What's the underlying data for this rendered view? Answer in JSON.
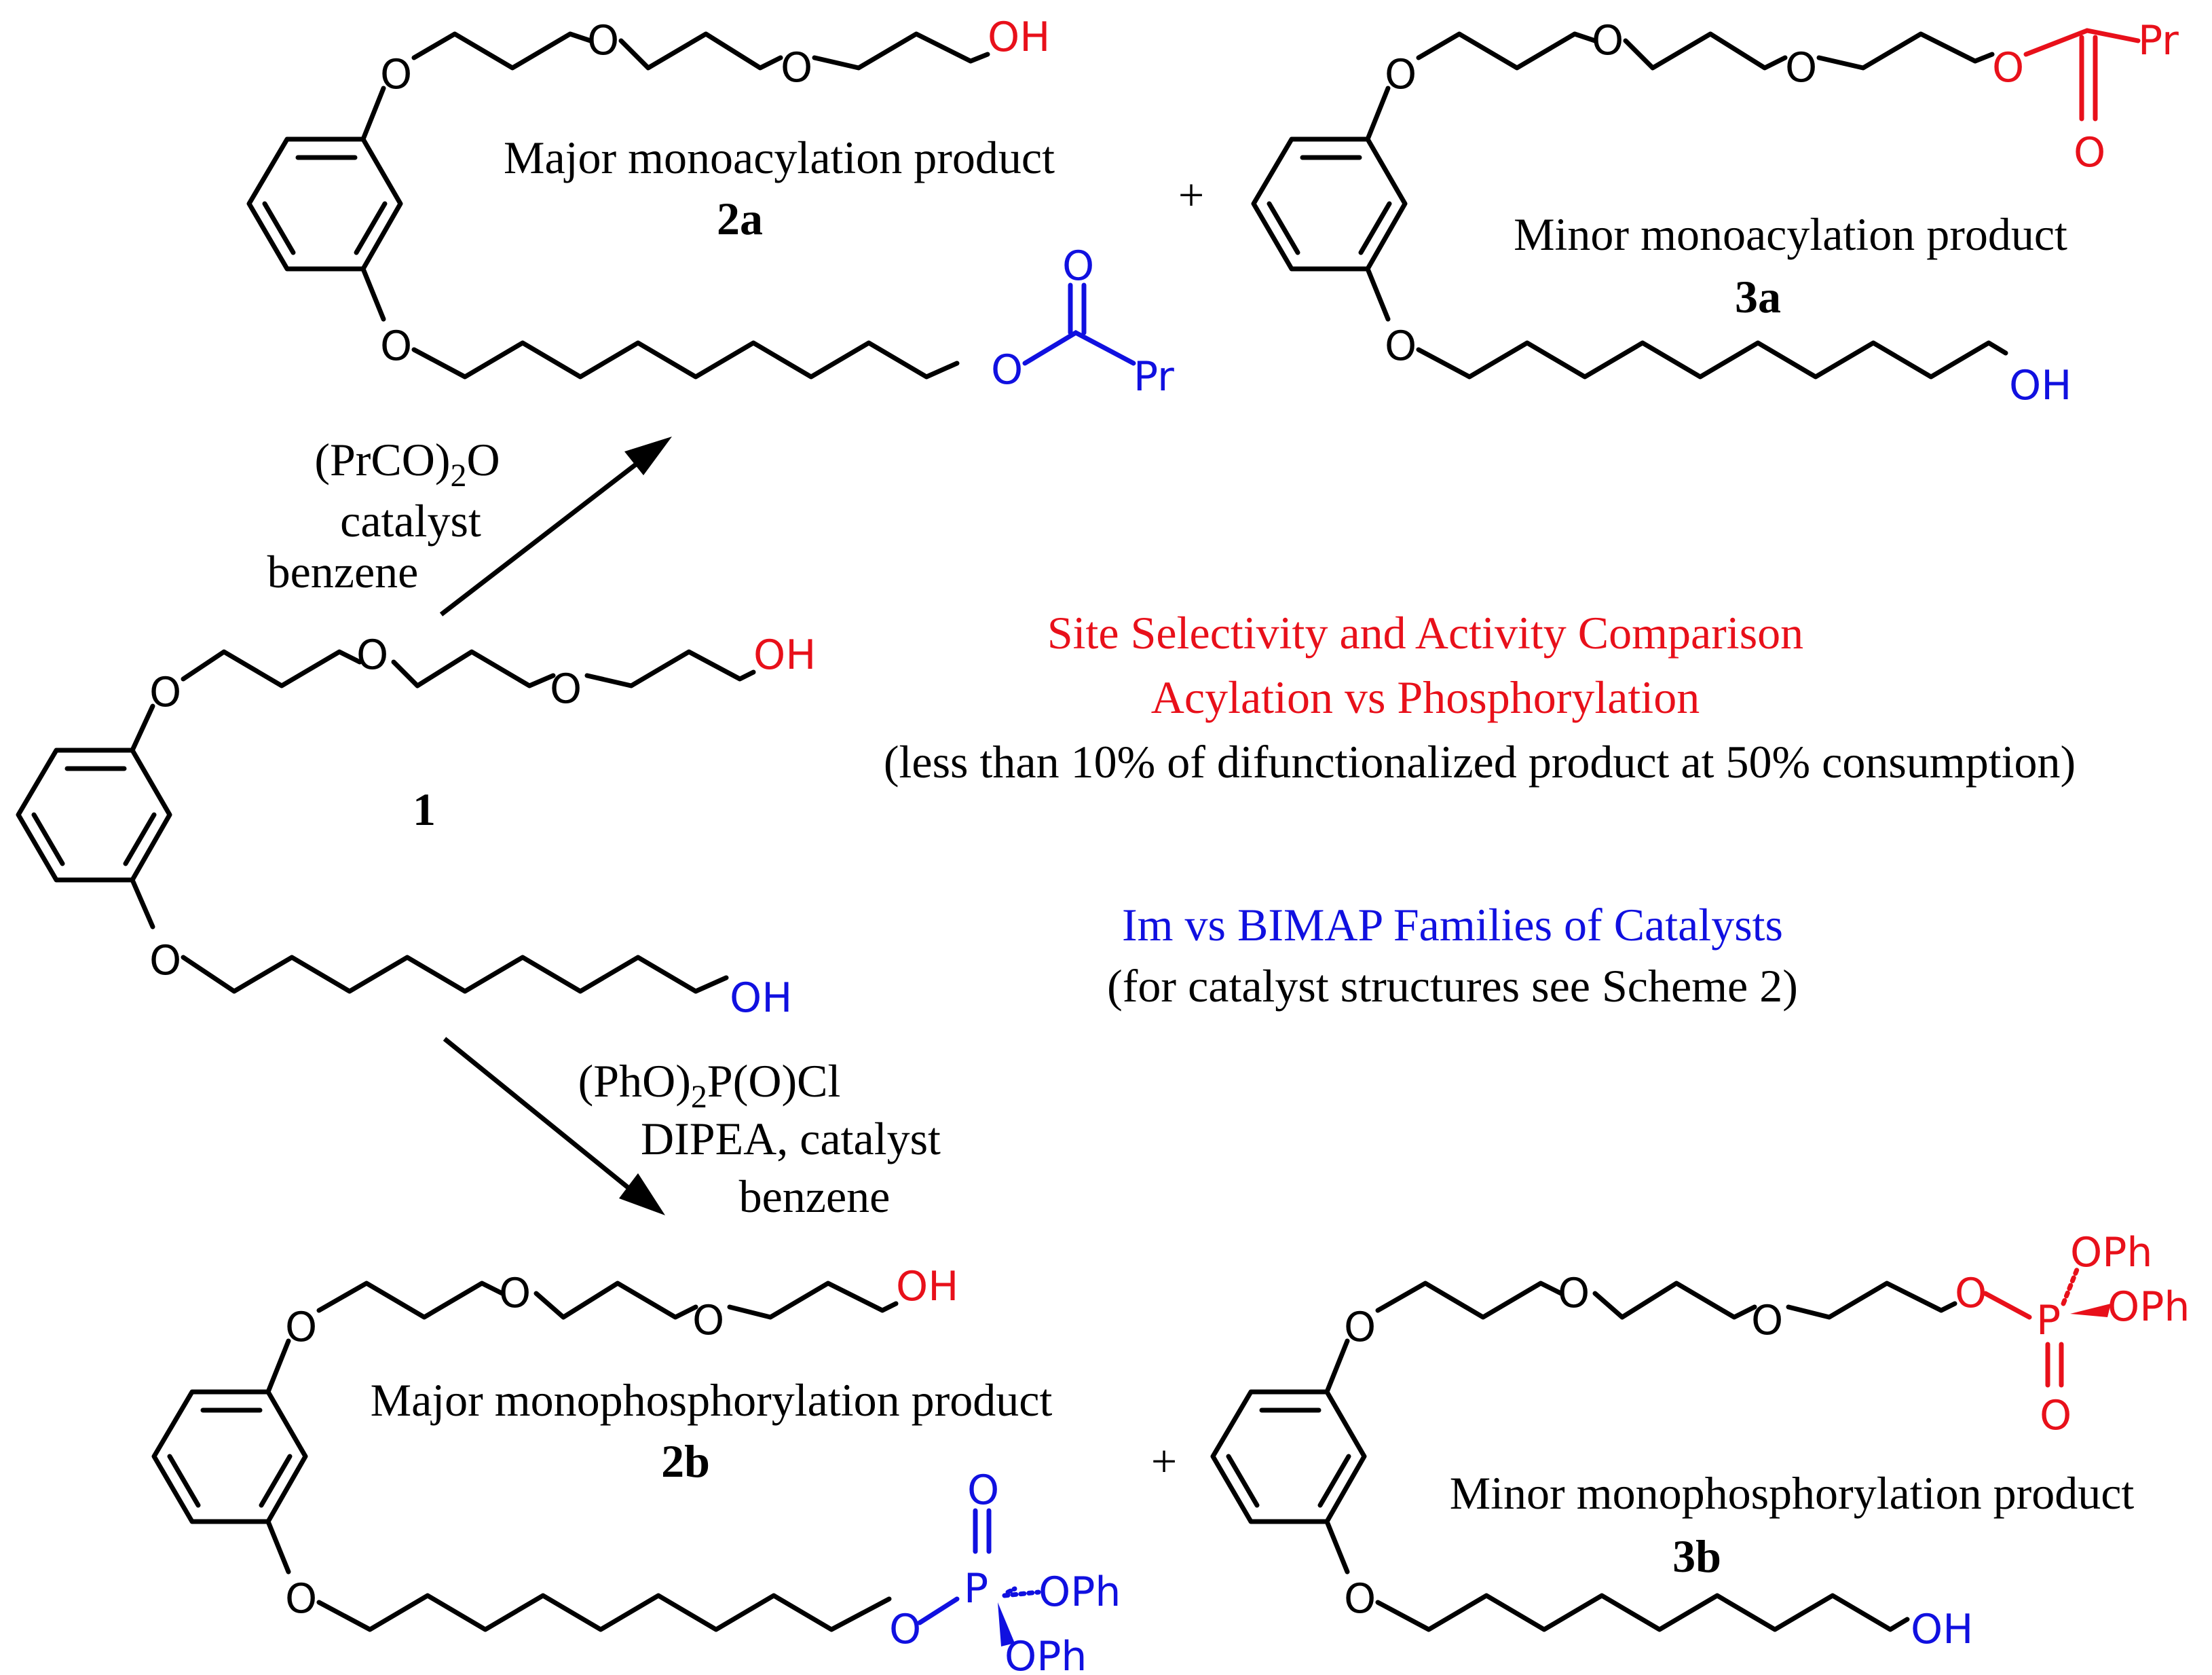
{
  "atoms": {
    "O": "O",
    "OH": "OH",
    "Pr": "Pr",
    "P": "P",
    "OPh": "OPh"
  },
  "compounds": {
    "start": {
      "label": "1"
    },
    "p2a": {
      "caption": "Major monoacylation product",
      "label": "2a"
    },
    "p3a": {
      "caption": "Minor monoacylation product",
      "label": "3a"
    },
    "p2b": {
      "caption": "Major monophosphorylation product",
      "label": "2b"
    },
    "p3b": {
      "caption": "Minor monophosphorylation product",
      "label": "3b"
    }
  },
  "plus": "+",
  "conditions": {
    "acylation": {
      "reagent_main": "(PrCO)",
      "reagent_sub": "2",
      "reagent_tail": "O",
      "line2": "catalyst",
      "line3": "benzene"
    },
    "phosphorylation": {
      "reagent_main": "(PhO)",
      "reagent_sub": "2",
      "reagent_tail": "P(O)Cl",
      "line2": "DIPEA, catalyst",
      "line3": "benzene"
    }
  },
  "notes": {
    "title_line1": "Site Selectivity and Activity Comparison",
    "title_line2": "Acylation vs Phosphorylation",
    "line3": "(less than 10% of difunctionalized product at 50% consumption)",
    "catalyst_title": "Im vs BIMAP Families of Catalysts",
    "catalyst_note": "(for catalyst structures see Scheme 2)"
  },
  "colors": {
    "red": "#e8101a",
    "blue": "#1010e0",
    "black": "#000000"
  }
}
